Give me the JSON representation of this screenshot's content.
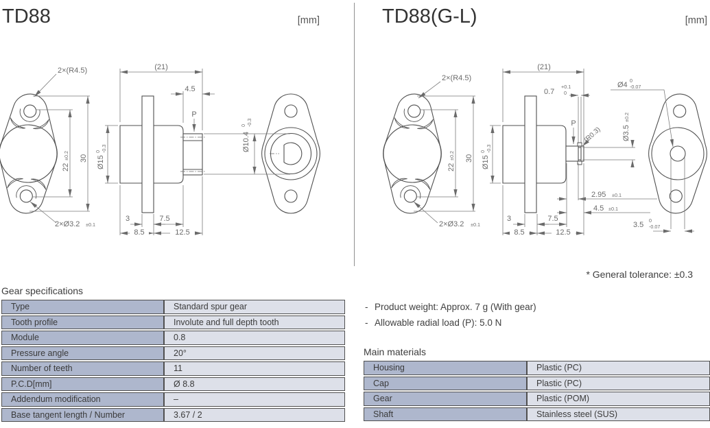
{
  "left_panel": {
    "title": "TD88",
    "unit": "[mm]",
    "dims": {
      "r45": "2×(R4.5)",
      "d22": "22",
      "d22_tol": "±0.2",
      "d30": "30",
      "d15": "Ø15",
      "d15_hi": "0",
      "d15_lo": "-0.3",
      "holes": "2×Ø3.2",
      "holes_tol": "±0.1",
      "len": "(21)",
      "d45": "4.5",
      "load": "P",
      "d104": "Ø10.4",
      "d104_hi": "0",
      "d104_lo": "-0.3",
      "w3": "3",
      "w75": "7.5",
      "w85": "8.5",
      "w125": "12.5"
    }
  },
  "right_panel": {
    "title": "TD88(G-L)",
    "unit": "[mm]",
    "dims": {
      "r45": "2×(R4.5)",
      "d22": "22",
      "d22_tol": "±0.2",
      "d30": "30",
      "d15": "Ø15",
      "d15_hi": "0",
      "d15_lo": "-0.3",
      "holes": "2×Ø3.2",
      "holes_tol": "±0.1",
      "len": "(21)",
      "d07": "0.7",
      "d07_hi": "+0.1",
      "d07_lo": "0",
      "d4": "Ø4",
      "d4_hi": "0",
      "d4_lo": "-0.07",
      "load": "P",
      "r03": "(R0.3)",
      "d35": "Ø3.5",
      "d35_tol": "±0.2",
      "d295": "2.95",
      "d295_tol": "±0.1",
      "d45": "4.5",
      "d45_tol": "±0.1",
      "flat": "3.5",
      "flat_hi": "0",
      "flat_lo": "-0.07",
      "w3": "3",
      "w75": "7.5",
      "w85": "8.5",
      "w125": "12.5"
    }
  },
  "note": {
    "general_tolerance": "* General tolerance: ±0.3"
  },
  "bullets": [
    {
      "marker": "-",
      "text": "Product weight: Approx. 7 g (With gear)"
    },
    {
      "marker": "-",
      "text": "Allowable radial load (P): 5.0 N"
    }
  ],
  "gear_table": {
    "heading": "Gear specifications",
    "rows": [
      {
        "label": "Type",
        "value": "Standard spur gear"
      },
      {
        "label": "Tooth profile",
        "value": "Involute and full depth tooth"
      },
      {
        "label": "Module",
        "value": "0.8"
      },
      {
        "label": "Pressure angle",
        "value": "20°"
      },
      {
        "label": "Number of teeth",
        "value": "11"
      },
      {
        "label": "P.C.D[mm]",
        "value": "Ø 8.8"
      },
      {
        "label": "Addendum modification",
        "value": "–"
      },
      {
        "label": "Base tangent length / Number",
        "value": "3.67 / 2"
      }
    ]
  },
  "materials_table": {
    "heading": "Main materials",
    "rows": [
      {
        "label": "Housing",
        "value": "Plastic (PC)"
      },
      {
        "label": "Cap",
        "value": "Plastic (PC)"
      },
      {
        "label": "Gear",
        "value": "Plastic (POM)"
      },
      {
        "label": "Shaft",
        "value": "Stainless steel (SUS)"
      }
    ]
  },
  "colors": {
    "label_cell": "#aeb7cd",
    "value_cell": "#dde0e9",
    "table_border": "#4f4f4f",
    "geo_line": "#4f4f4f",
    "dim_line": "#7a7a7a",
    "text_main": "#3a3a3a"
  }
}
